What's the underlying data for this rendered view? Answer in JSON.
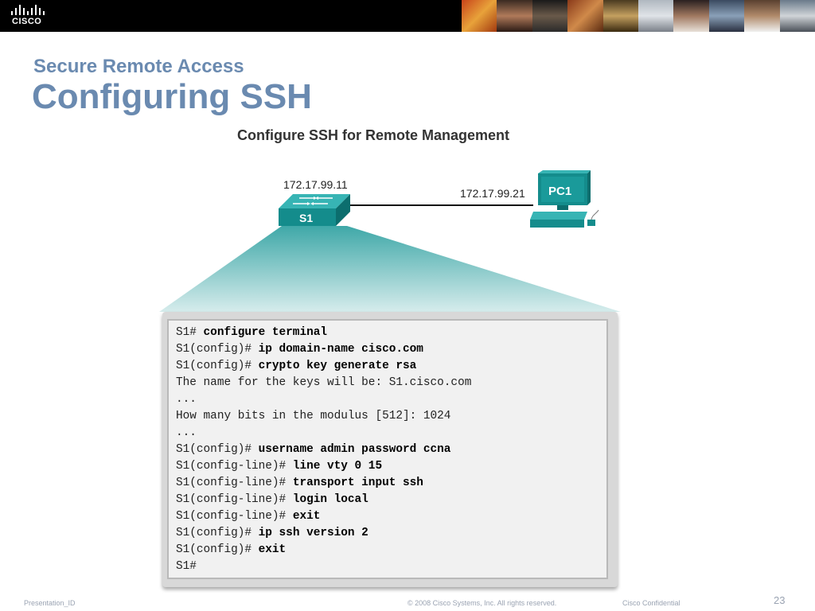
{
  "header": {
    "logo_text": "CISCO"
  },
  "slide": {
    "subtitle": "Secure Remote Access",
    "title": "Configuring SSH",
    "figure_title": "Configure SSH for Remote Management"
  },
  "diagram": {
    "switch_label": "S1",
    "switch_ip": "172.17.99.11",
    "pc_label": "PC1",
    "pc_ip": "172.17.99.21"
  },
  "console": {
    "lines": [
      {
        "prompt": "S1# ",
        "command": "configure terminal"
      },
      {
        "prompt": "S1(config)# ",
        "command": "ip domain-name cisco.com"
      },
      {
        "prompt": "S1(config)# ",
        "command": "crypto key generate rsa"
      },
      {
        "prompt": "The name for the keys will be: S1.cisco.com",
        "command": ""
      },
      {
        "prompt": "...",
        "command": ""
      },
      {
        "prompt": "How many bits in the modulus [512]: 1024",
        "command": ""
      },
      {
        "prompt": "...",
        "command": ""
      },
      {
        "prompt": "S1(config)# ",
        "command": "username admin password ccna"
      },
      {
        "prompt": "S1(config-line)# ",
        "command": "line vty 0 15"
      },
      {
        "prompt": "S1(config-line)# ",
        "command": "transport input ssh"
      },
      {
        "prompt": "S1(config-line)# ",
        "command": "login local"
      },
      {
        "prompt": "S1(config-line)# ",
        "command": "exit"
      },
      {
        "prompt": "S1(config)# ",
        "command": "ip ssh version 2"
      },
      {
        "prompt": "S1(config)# ",
        "command": "exit"
      },
      {
        "prompt": "S1#",
        "command": ""
      }
    ]
  },
  "footer": {
    "presentation_id": "Presentation_ID",
    "copyright": "© 2008 Cisco Systems, Inc. All rights reserved.",
    "confidential": "Cisco Confidential",
    "page_number": "23"
  },
  "colors": {
    "title": "#6a8ab0",
    "header_bg": "#000000",
    "device_teal": "#1a9a9a"
  }
}
